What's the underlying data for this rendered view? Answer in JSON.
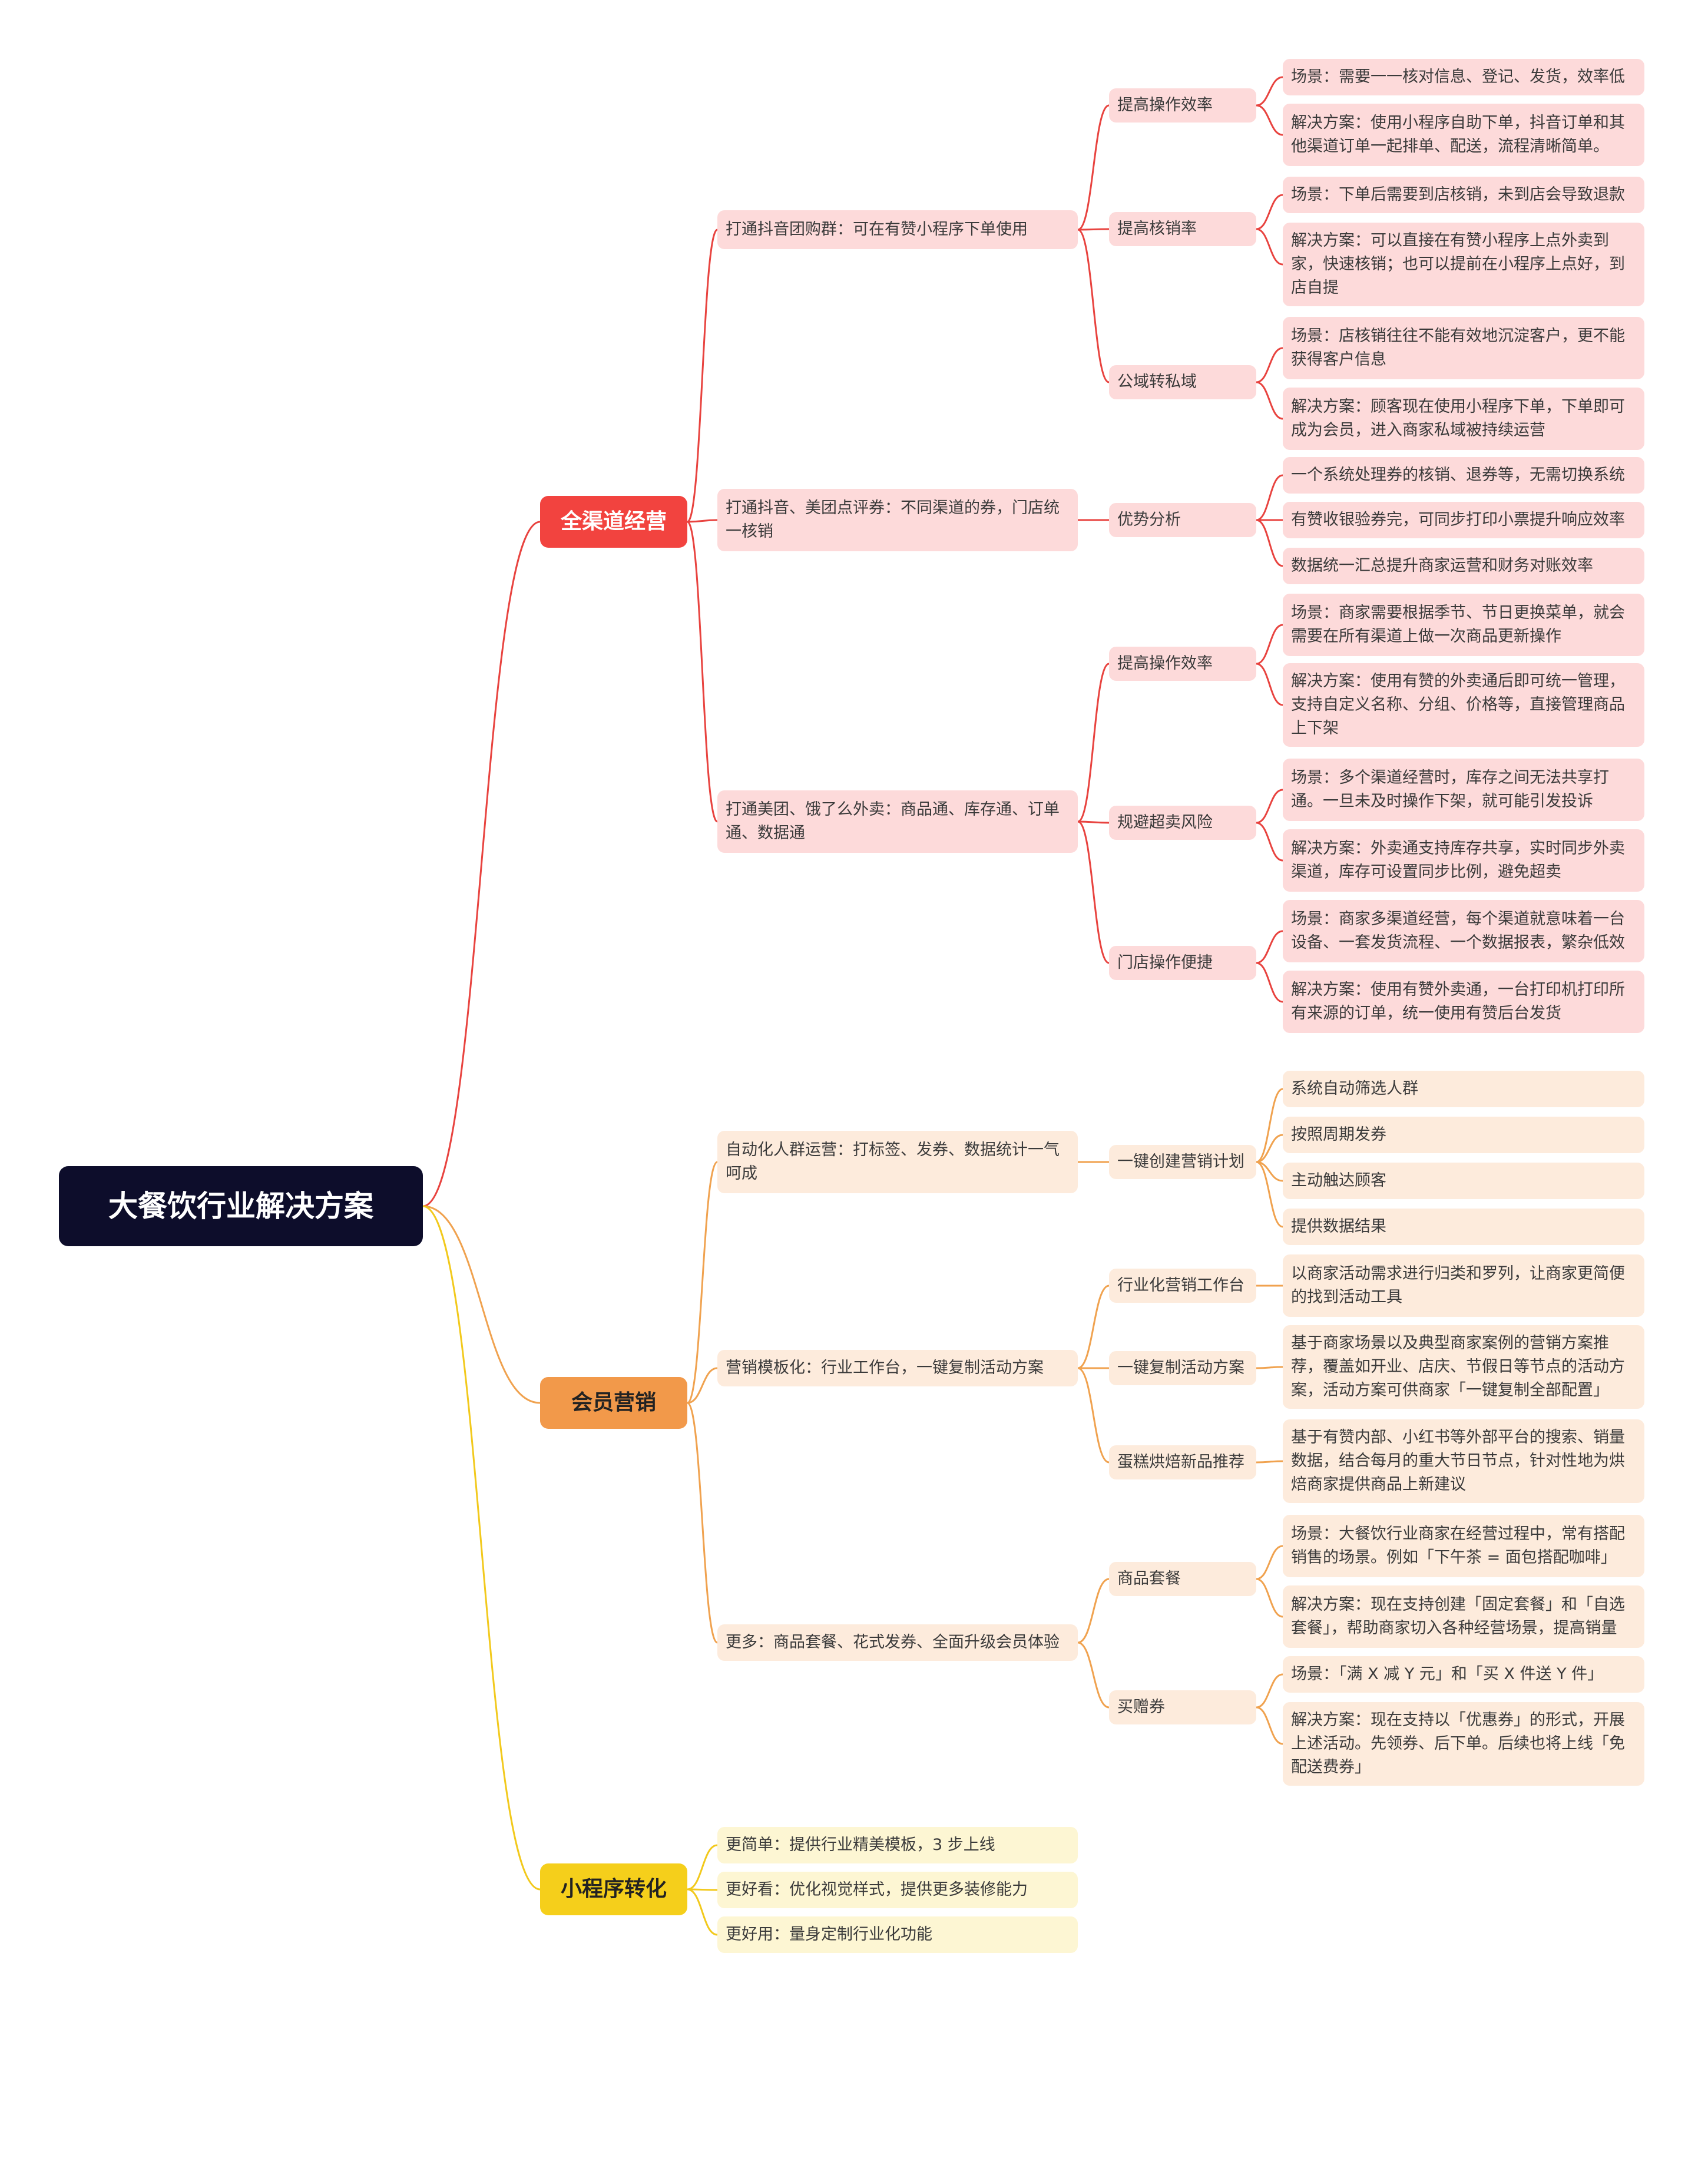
{
  "root": "大餐饮行业解决方案",
  "colors": {
    "c0": "#e8433f",
    "c1": "#f0a24f",
    "c2": "#f2c91c"
  },
  "branches": [
    {
      "label": "全渠道经营",
      "items": [
        {
          "label": "打通抖音团购群：可在有赞小程序下单使用",
          "subs": [
            {
              "label": "提高操作效率",
              "leaves": [
                "场景：需要一一核对信息、登记、发货，效率低",
                "解决方案：使用小程序自助下单，抖音订单和其他渠道订单一起排单、配送，流程清晰简单。"
              ]
            },
            {
              "label": "提高核销率",
              "leaves": [
                "场景：下单后需要到店核销，未到店会导致退款",
                "解决方案：可以直接在有赞小程序上点外卖到家，快速核销；也可以提前在小程序上点好，到店自提"
              ]
            },
            {
              "label": "公域转私域",
              "leaves": [
                "场景：店核销往往不能有效地沉淀客户，更不能获得客户信息",
                "解决方案：顾客现在使用小程序下单，下单即可成为会员，进入商家私域被持续运营"
              ]
            }
          ]
        },
        {
          "label": "打通抖音、美团点评券：不同渠道的券，门店统一核销",
          "subs": [
            {
              "label": "优势分析",
              "leaves": [
                "一个系统处理券的核销、退券等，无需切换系统",
                "有赞收银验券完，可同步打印小票提升响应效率",
                "数据统一汇总提升商家运营和财务对账效率"
              ]
            }
          ]
        },
        {
          "label": "打通美团、饿了么外卖：商品通、库存通、订单通、数据通",
          "subs": [
            {
              "label": "提高操作效率",
              "leaves": [
                "场景：商家需要根据季节、节日更换菜单，就会需要在所有渠道上做一次商品更新操作",
                "解决方案：使用有赞的外卖通后即可统一管理，支持自定义名称、分组、价格等，直接管理商品上下架"
              ]
            },
            {
              "label": "规避超卖风险",
              "leaves": [
                "场景：多个渠道经营时，库存之间无法共享打通。一旦未及时操作下架，就可能引发投诉",
                "解决方案：外卖通支持库存共享，实时同步外卖渠道，库存可设置同步比例，避免超卖"
              ]
            },
            {
              "label": "门店操作便捷",
              "leaves": [
                "场景：商家多渠道经营，每个渠道就意味着一台设备、一套发货流程、一个数据报表，繁杂低效",
                "解决方案：使用有赞外卖通，一台打印机打印所有来源的订单，统一使用有赞后台发货"
              ]
            }
          ]
        }
      ]
    },
    {
      "label": "会员营销",
      "items": [
        {
          "label": "自动化人群运营：打标签、发券、数据统计一气呵成",
          "subs": [
            {
              "label": "一键创建营销计划",
              "leaves": [
                "系统自动筛选人群",
                "按照周期发券",
                "主动触达顾客",
                "提供数据结果"
              ]
            }
          ]
        },
        {
          "label": "营销模板化：行业工作台，一键复制活动方案",
          "subs": [
            {
              "label": "行业化营销工作台",
              "leaves": [
                "以商家活动需求进行归类和罗列，让商家更简便的找到活动工具"
              ]
            },
            {
              "label": "一键复制活动方案",
              "leaves": [
                "基于商家场景以及典型商家案例的营销方案推荐，覆盖如开业、店庆、节假日等节点的活动方案，活动方案可供商家「一键复制全部配置」"
              ]
            },
            {
              "label": "蛋糕烘焙新品推荐",
              "leaves": [
                "基于有赞内部、小红书等外部平台的搜索、销量数据，结合每月的重大节日节点，针对性地为烘焙商家提供商品上新建议"
              ]
            }
          ]
        },
        {
          "label": "更多：商品套餐、花式发券、全面升级会员体验",
          "subs": [
            {
              "label": "商品套餐",
              "leaves": [
                "场景：大餐饮行业商家在经营过程中，常有搭配销售的场景。例如「下午茶 = 面包搭配咖啡」",
                "解决方案：现在支持创建「固定套餐」和「自选套餐」，帮助商家切入各种经营场景，提高销量"
              ]
            },
            {
              "label": "买赠券",
              "leaves": [
                "场景：「满 X 减 Y 元」和「买 X 件送 Y 件」",
                "解决方案：现在支持以「优惠券」的形式，开展上述活动。先领券、后下单。后续也将上线「免配送费券」"
              ]
            }
          ]
        }
      ]
    },
    {
      "label": "小程序转化",
      "items": [
        {
          "label": "更简单：提供行业精美模板，3 步上线",
          "subs": []
        },
        {
          "label": "更好看：优化视觉样式，提供更多装修能力",
          "subs": []
        },
        {
          "label": "更好用：量身定制行业化功能",
          "subs": []
        }
      ]
    }
  ]
}
